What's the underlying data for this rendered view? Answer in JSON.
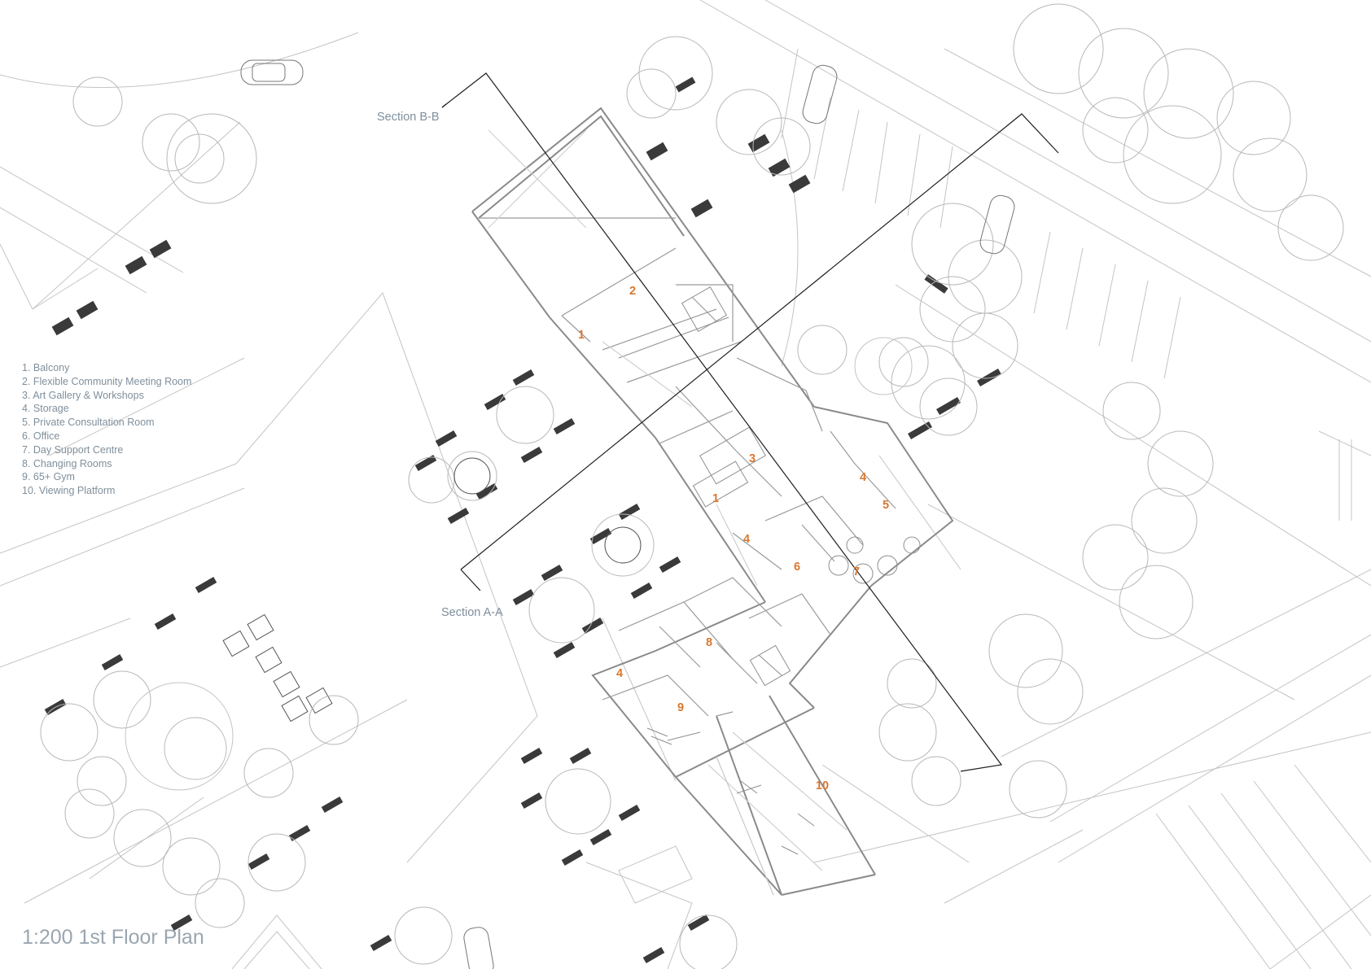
{
  "title": "1:200 1st Floor Plan",
  "section_labels": {
    "b": "Section B-B",
    "a": "Section A-A"
  },
  "legend": [
    "1. Balcony",
    "2. Flexible Community Meeting Room",
    "3. Art Gallery & Workshops",
    "4. Storage",
    "5. Private Consultation Room",
    "6. Office",
    "7. Day Support Centre",
    "8. Changing Rooms",
    "9. 65+ Gym",
    "10. Viewing Platform"
  ],
  "room_numbers": [
    "1",
    "2",
    "1",
    "3",
    "4",
    "4",
    "5",
    "6",
    "7",
    "8",
    "4",
    "9",
    "10"
  ],
  "colors": {
    "room_number": "#d9772f",
    "annotation": "#7f8f9c",
    "linework": "#9a9a9a"
  }
}
